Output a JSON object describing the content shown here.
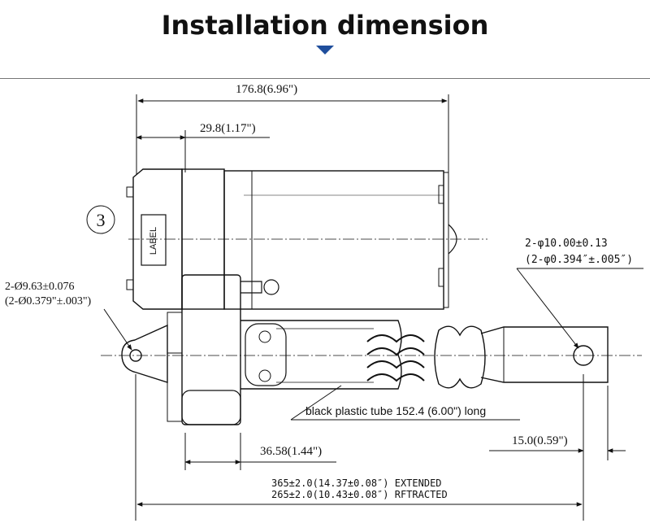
{
  "header": {
    "title": "Installation dimension"
  },
  "diagram": {
    "overall_width": "176.8(6.96\")",
    "gearbox_offset": "29.8(1.17\")",
    "callout_number": "3",
    "label_text": "LABEL",
    "rear_hole": {
      "line1": "2-Ø9.63±0.076",
      "line2": "(2-Ø0.379\"±.003\")"
    },
    "front_hole": {
      "line1": "2-φ10.00±0.13",
      "line2": "(2-φ0.394″±.005″)"
    },
    "tube_note": "black plastic tube 152.4 (6.00\")  long",
    "rear_offset": "36.58(1.44\")",
    "front_offset": "15.0(0.59\")",
    "extended": "365±2.0(14.37±0.08″) EXTENDED",
    "retracted": "265±2.0(10.43±0.08″) RFTRACTED"
  }
}
